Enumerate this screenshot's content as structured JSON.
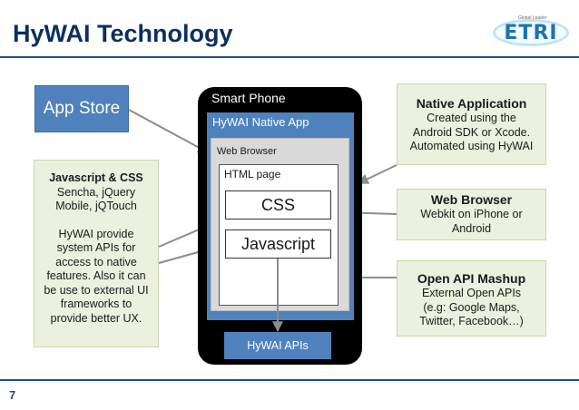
{
  "header": {
    "title": "HyWAI Technology",
    "logo_text": "ETRI",
    "logo_tagline": "Global Leader"
  },
  "footer": {
    "page_number": "7"
  },
  "diagram": {
    "app_store": "App Store",
    "phone": {
      "label": "Smart Phone",
      "native_app": "HyWAI Native App",
      "web_browser": "Web Browser",
      "html_page": "HTML page",
      "css": "CSS",
      "javascript": "Javascript",
      "apis": "HyWAI APIs"
    },
    "js_css_box": {
      "title": "Javascript & CSS",
      "line1": "Sencha, jQuery",
      "line2": "Mobile, jQTouch",
      "p2_line1": "HyWAI provide",
      "p2_line2": "system APIs for",
      "p2_line3": "access to native",
      "p2_line4": "features. Also it can",
      "p2_line5": "be use to external UI",
      "p2_line6": "frameworks to",
      "p2_line7": "provide better UX."
    },
    "native_application_box": {
      "title": "Native Application",
      "line1": "Created using the",
      "line2": "Android SDK or Xcode.",
      "line3": "Automated using HyWAI"
    },
    "web_browser_box": {
      "title": "Web Browser",
      "line1": "Webkit on iPhone or",
      "line2": "Android"
    },
    "open_api_box": {
      "title": "Open API Mashup",
      "line1": "External Open APIs",
      "line2": "(e.g: Google Maps,",
      "line3": "Twitter, Facebook…)"
    }
  },
  "colors": {
    "title": "#0d2f5c",
    "accent_blue": "#4f81bd",
    "note_green": "#ebf1de",
    "arrow_gray": "#8c8c8c"
  }
}
